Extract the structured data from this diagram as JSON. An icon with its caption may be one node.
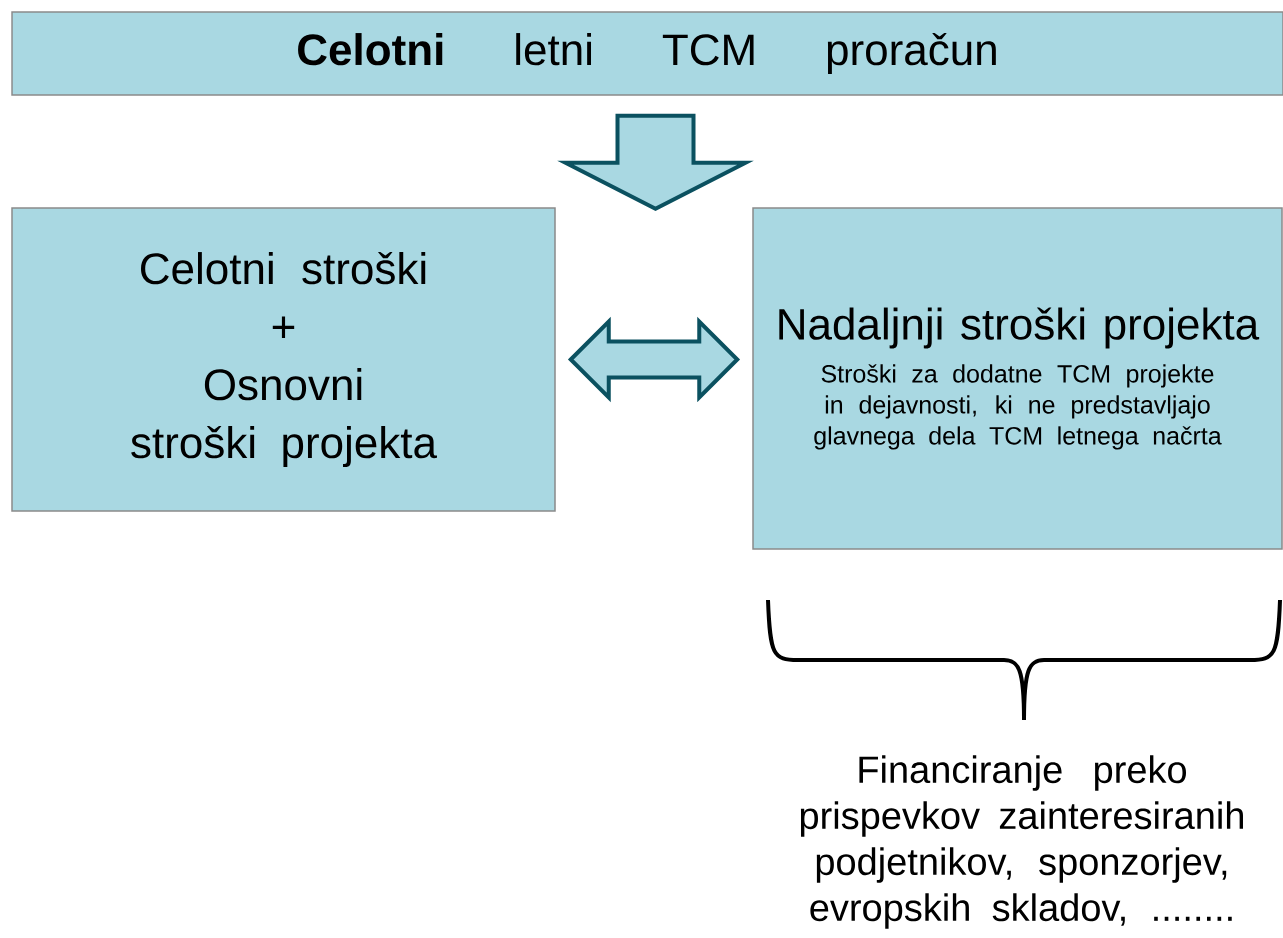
{
  "diagram": {
    "nodes": [
      {
        "text": [
          "**Celotni** letni TCM proračun"
        ]
      },
      {
        "text": [
          "Celotni stroški",
          "+",
          "Osnovni stroški projekta"
        ]
      },
      {
        "text": [
          "Nadaljnji stroški projekta",
          "Stroški za dodatne TCM projekte in dejavnosti, ki ne predstavljajo glavnega dela TCM letnega načrta"
        ]
      }
    ],
    "edges": [
      {
        "from": 0,
        "to": null,
        "arrow": "to"
      },
      {
        "from": 1,
        "to": 2,
        "arrow": "both"
      }
    ],
    "labels": [
      "Financiranje preko prispevkov zainteresiranih podjetnikov, sponzorjev, evropskih skladov, ........"
    ]
  }
}
